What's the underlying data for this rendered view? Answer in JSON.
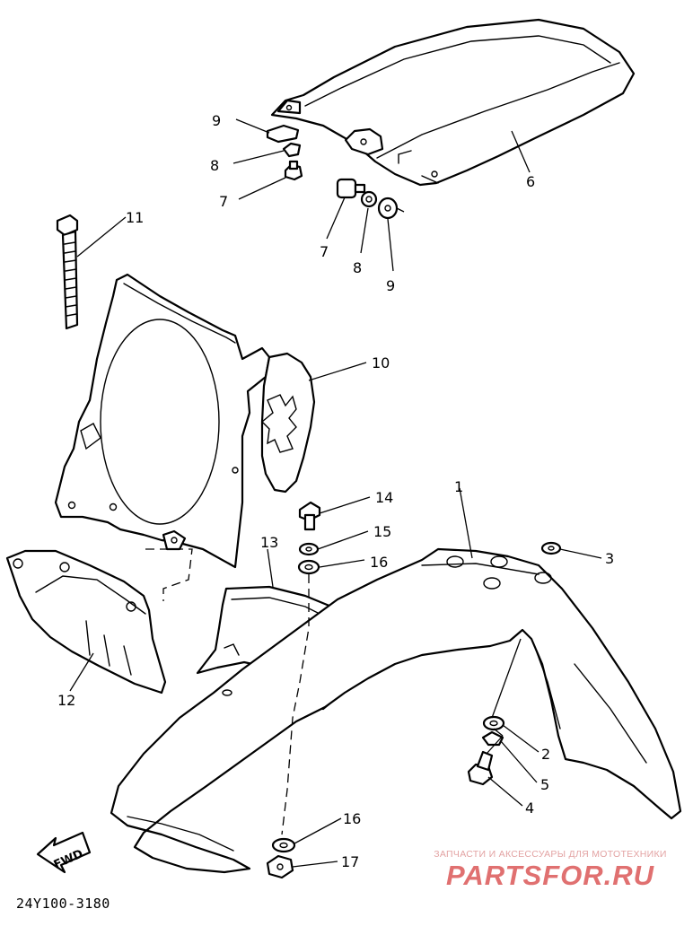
{
  "diagram": {
    "callouts": [
      {
        "id": "c-9a",
        "text": "9"
      },
      {
        "id": "c-8a",
        "text": "8"
      },
      {
        "id": "c-7a",
        "text": "7"
      },
      {
        "id": "c-11",
        "text": "11"
      },
      {
        "id": "c-7b",
        "text": "7"
      },
      {
        "id": "c-8b",
        "text": "8"
      },
      {
        "id": "c-9b",
        "text": "9"
      },
      {
        "id": "c-6",
        "text": "6"
      },
      {
        "id": "c-10",
        "text": "10"
      },
      {
        "id": "c-14",
        "text": "14"
      },
      {
        "id": "c-15",
        "text": "15"
      },
      {
        "id": "c-16a",
        "text": "16"
      },
      {
        "id": "c-1",
        "text": "1"
      },
      {
        "id": "c-13",
        "text": "13"
      },
      {
        "id": "c-3",
        "text": "3"
      },
      {
        "id": "c-12",
        "text": "12"
      },
      {
        "id": "c-2",
        "text": "2"
      },
      {
        "id": "c-5",
        "text": "5"
      },
      {
        "id": "c-4",
        "text": "4"
      },
      {
        "id": "c-16b",
        "text": "16"
      },
      {
        "id": "c-17",
        "text": "17"
      }
    ],
    "fwd_label": "FWD",
    "drawing_code": "24Y100-3180"
  },
  "watermark": {
    "tagline": "ЗАПЧАСТИ И АКСЕССУАРЫ ДЛЯ МОТОТЕХНИКИ",
    "brand": "PARTSFOR.RU"
  }
}
